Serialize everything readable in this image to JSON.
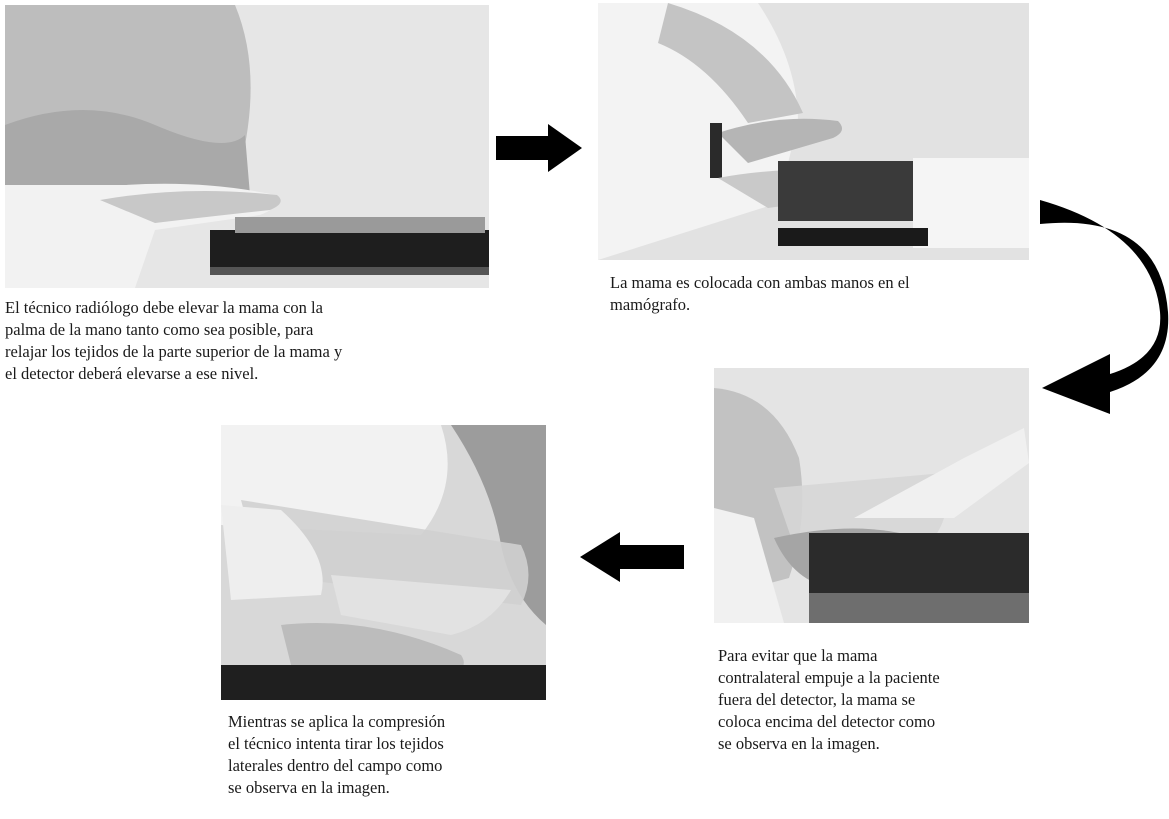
{
  "steps": [
    {
      "photo": "photo-lift-breast",
      "caption": "El técnico radiólogo debe elevar la mama con la\npalma de la mano tanto como sea posible, para\nrelajar los tejidos de la parte superior de la mama y\nel detector deberá elevarse a ese nivel."
    },
    {
      "photo": "photo-place-breast",
      "caption": "La mama es colocada con ambas manos en el\nmamógrafo."
    },
    {
      "photo": "photo-contralateral",
      "caption": "Para evitar que la mama\ncontralateral empuje a la paciente\nfuera del detector, la mama se\ncoloca encima del detector como\nse observa en la imagen."
    },
    {
      "photo": "photo-compression",
      "caption": "Mientras se aplica la compresión\nel técnico intenta tirar los tejidos\nlaterales dentro del campo como\nse observa en la imagen."
    }
  ],
  "colors": {
    "arrow": "#000000",
    "photo_light": "#d9d9d9",
    "photo_dark": "#8f8f8f"
  }
}
